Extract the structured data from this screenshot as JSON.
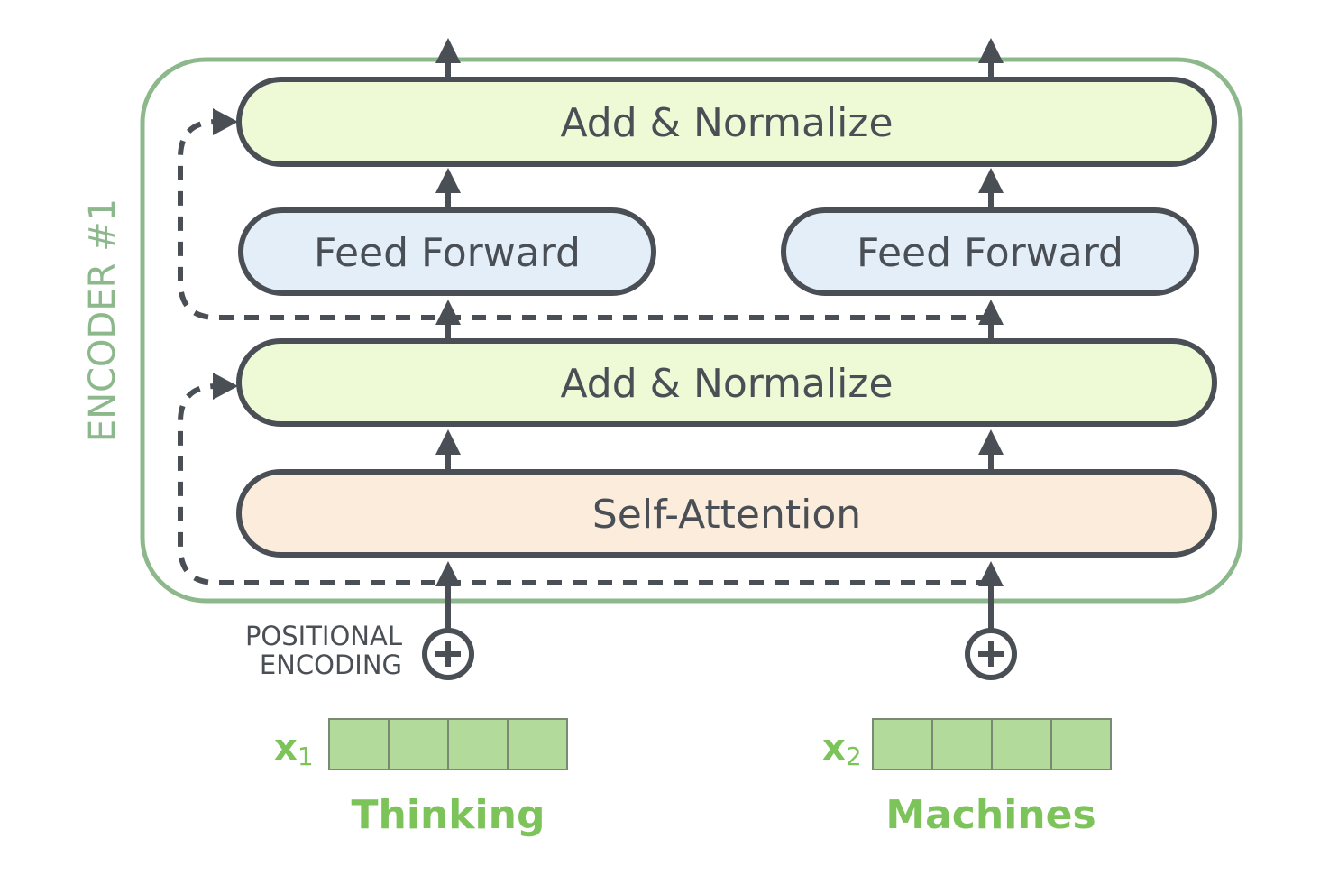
{
  "encoder": {
    "label": "ENCODER #1",
    "layers": {
      "add_normalize_top": "Add & Normalize",
      "feed_forward_left": "Feed Forward",
      "feed_forward_right": "Feed Forward",
      "add_normalize_mid": "Add & Normalize",
      "self_attention": "Self-Attention"
    }
  },
  "positional_encoding": {
    "line1": "POSITIONAL",
    "line2": "ENCODING"
  },
  "inputs": [
    {
      "symbol": "x",
      "subscript": "1",
      "word": "Thinking",
      "cells": 4
    },
    {
      "symbol": "x",
      "subscript": "2",
      "word": "Machines",
      "cells": 4
    }
  ],
  "colors": {
    "encoder_border": "#8cb88c",
    "encoder_label": "#8cb88c",
    "box_stroke": "#4a4f56",
    "add_normalize_fill": "#eef9d6",
    "feed_forward_fill": "#e4eef9",
    "self_attention_fill": "#fcecdc",
    "arrow": "#4a4f56",
    "input_cell_fill": "#b2da9a",
    "input_cell_stroke": "#7a8a72",
    "input_text": "#7cc35a",
    "label_text": "#4a4f56"
  }
}
